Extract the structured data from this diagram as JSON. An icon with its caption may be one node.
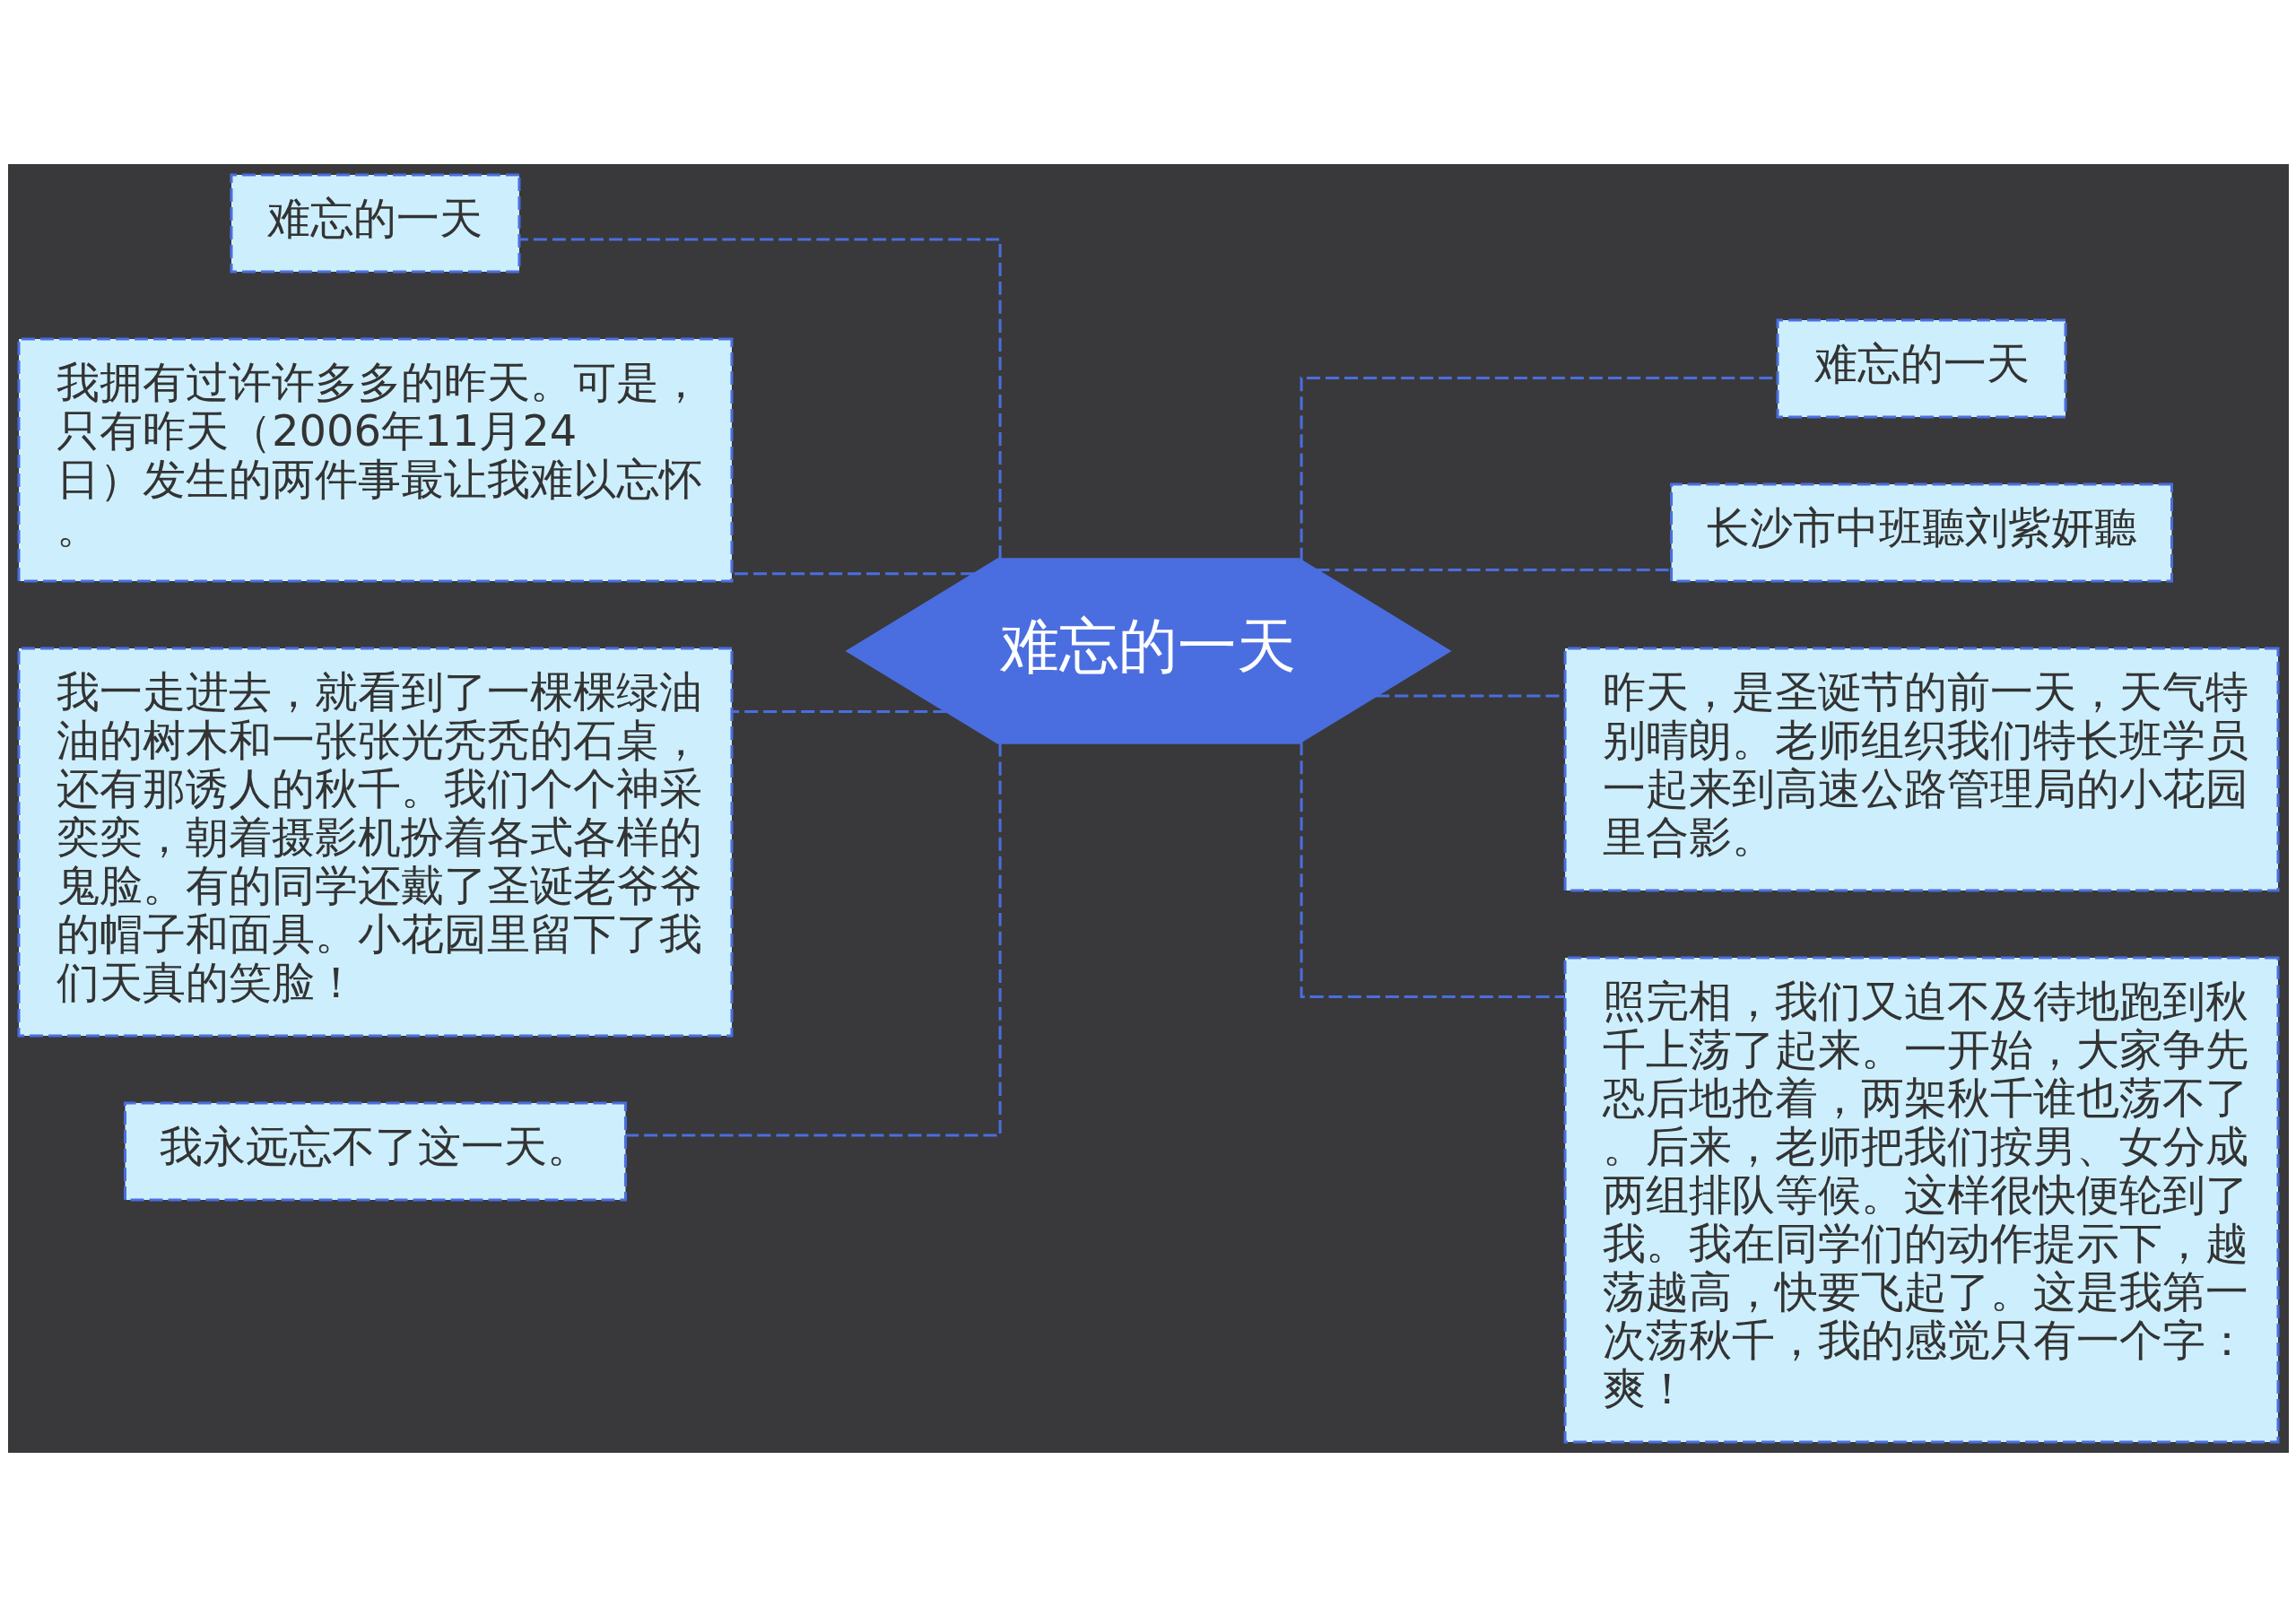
{
  "diagram": {
    "nodes": [
      {
        "text": [
          "难忘的一天"
        ]
      },
      {
        "text": [
          "难忘的一天"
        ]
      },
      {
        "text": [
          "我拥有过许许多多的昨天。可是，只有昨天（2006年11月24日）发生的两件事最让我难以忘怀。"
        ]
      },
      {
        "text": [
          "我一走进去，就看到了一棵棵绿油油的树木和一张张光秃秃的石桌，还有那诱人的秋千。我们个个神采奕奕，朝着摄影机扮着各式各样的鬼脸。有的同学还戴了圣诞老爷爷的帽子和面具。小花园里留下了我们天真的笑脸！"
        ]
      },
      {
        "text": [
          "我永远忘不了这一天。"
        ]
      },
      {
        "text": [
          "难忘的一天"
        ]
      },
      {
        "text": [
          "长沙市中班聽刘紫妍聽"
        ]
      },
      {
        "text": [
          "昨天，是圣诞节的前一天，天气特别晴朗。老师组织我们特长班学员一起来到高速公路管理局的小花园里合影。"
        ]
      },
      {
        "text": [
          "照完相，我们又迫不及待地跑到秋千上荡了起来。一开始，大家争先恐后地抢着，两架秋千谁也荡不了。后来，老师把我们按男、女分成两组排队等候。这样很快便轮到了我。我在同学们的动作提示下，越荡越高，快要飞起了。这是我第一次荡秋千，我的感觉只有一个字：爽！"
        ]
      }
    ],
    "edges": [
      {
        "from": 0,
        "to": 1,
        "arrow": "none",
        "style": "dashed"
      },
      {
        "from": 0,
        "to": 2,
        "arrow": "none",
        "style": "dashed"
      },
      {
        "from": 0,
        "to": 3,
        "arrow": "none",
        "style": "dashed"
      },
      {
        "from": 0,
        "to": 4,
        "arrow": "none",
        "style": "dashed"
      },
      {
        "from": 0,
        "to": 5,
        "arrow": "none",
        "style": "dashed"
      },
      {
        "from": 0,
        "to": 6,
        "arrow": "none",
        "style": "dashed"
      },
      {
        "from": 0,
        "to": 7,
        "arrow": "none",
        "style": "dashed"
      },
      {
        "from": 0,
        "to": 8,
        "arrow": "none",
        "style": "dashed"
      }
    ]
  }
}
